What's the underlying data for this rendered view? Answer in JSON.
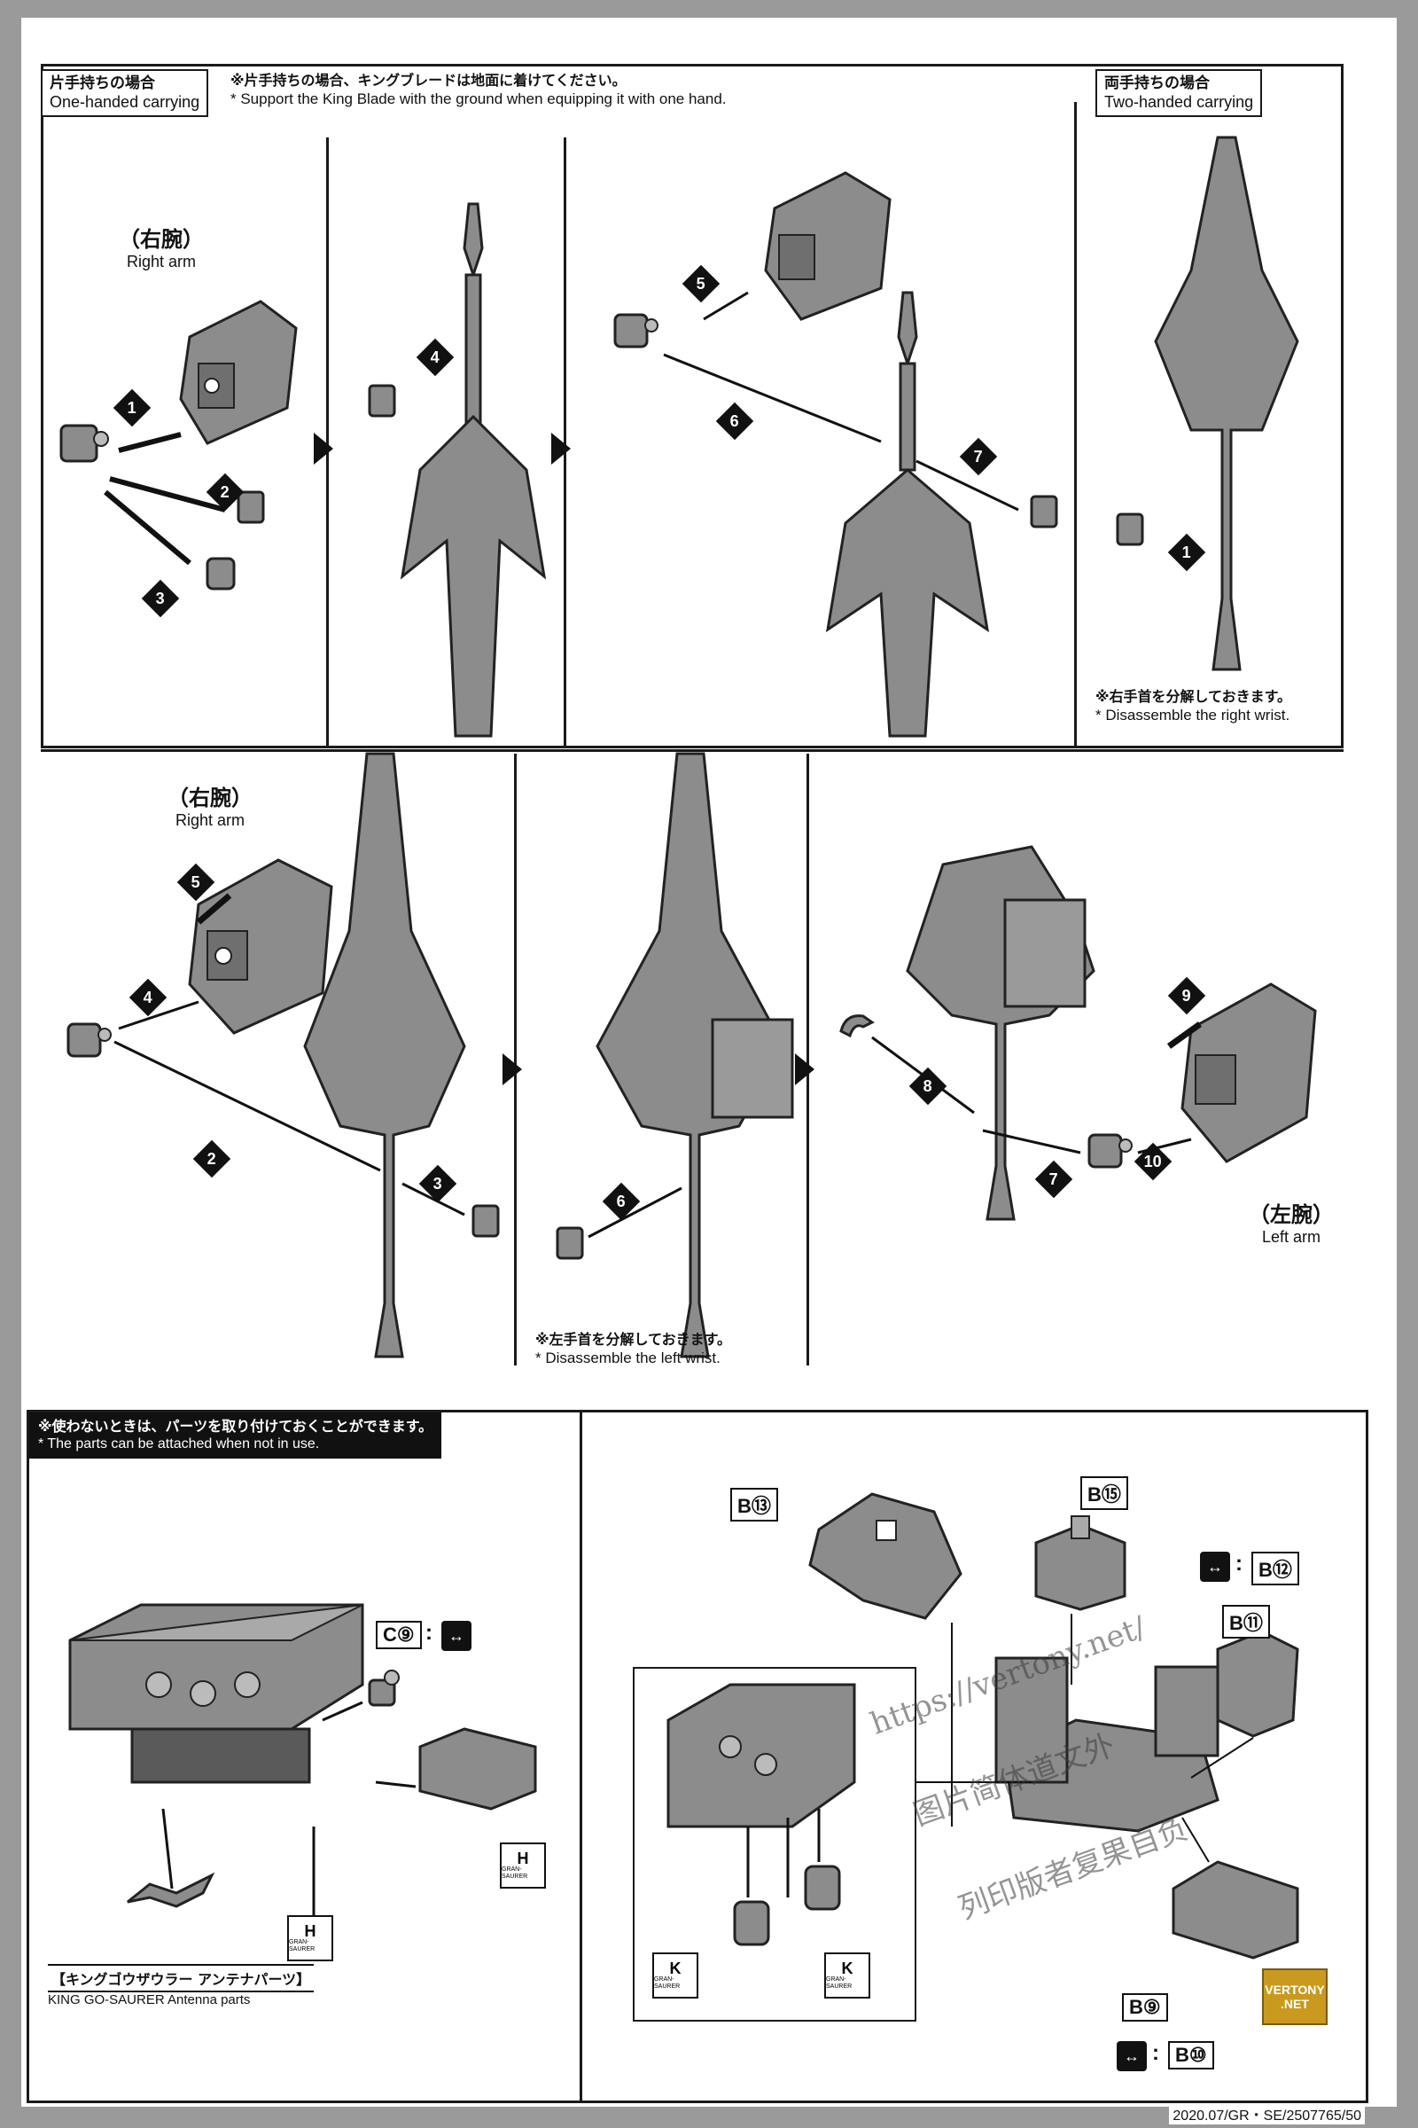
{
  "top_section": {
    "one_handed": {
      "jp": "片手持ちの場合",
      "en": "One-handed carrying"
    },
    "note": {
      "jp": "※片手持ちの場合、キングブレードは地面に着けてください。",
      "en": "* Support the King Blade with the ground when equipping it with one hand."
    },
    "two_handed": {
      "jp": "両手持ちの場合",
      "en": "Two-handed carrying"
    },
    "right_arm": {
      "jp": "（右腕）",
      "en": "Right arm"
    },
    "wrist_note": {
      "jp": "※右手首を分解しておきます。",
      "en": "* Disassemble the right wrist."
    },
    "steps": [
      "1",
      "2",
      "3",
      "4",
      "5",
      "6",
      "7",
      "1"
    ]
  },
  "middle_section": {
    "right_arm": {
      "jp": "（右腕）",
      "en": "Right arm"
    },
    "left_arm": {
      "jp": "（左腕）",
      "en": "Left arm"
    },
    "wrist_note": {
      "jp": "※左手首を分解しておきます。",
      "en": "* Disassemble the left wrist."
    },
    "steps": [
      "5",
      "4",
      "2",
      "3",
      "6",
      "8",
      "7",
      "9",
      "10"
    ]
  },
  "bottom_section": {
    "banner": {
      "jp": "※使わないときは、パーツを取り付けておくことができます。",
      "en": "* The parts can be attached when not in use."
    },
    "antenna": {
      "jp": "【キングゴウザウラー アンテナパーツ】",
      "en": "KING GO-SAURER Antenna parts"
    },
    "part_codes": {
      "c9": "C⑨",
      "b13": "B⑬",
      "b15": "B⑮",
      "b12": "B⑫",
      "b11": "B⑪",
      "b9": "B⑨",
      "b10": "B⑩"
    },
    "grand_tags": {
      "h_letter": "H",
      "k_letter": "K",
      "sub": "GRAN-SAURER"
    }
  },
  "footer": {
    "code": "2020.07/GR・SE/2507765/50"
  },
  "watermarks": {
    "url": "https://vertony.net/",
    "cn1": "图片简体道文外",
    "cn2": "列印版者复果自负",
    "badge_top": "VERTONY",
    "badge_bottom": ".NET"
  },
  "colors": {
    "frame": "#1a1a1a",
    "page_bg": "#9a9a9a",
    "part_gray": "#8c8c8c",
    "badge_gold": "#c99a1e"
  }
}
